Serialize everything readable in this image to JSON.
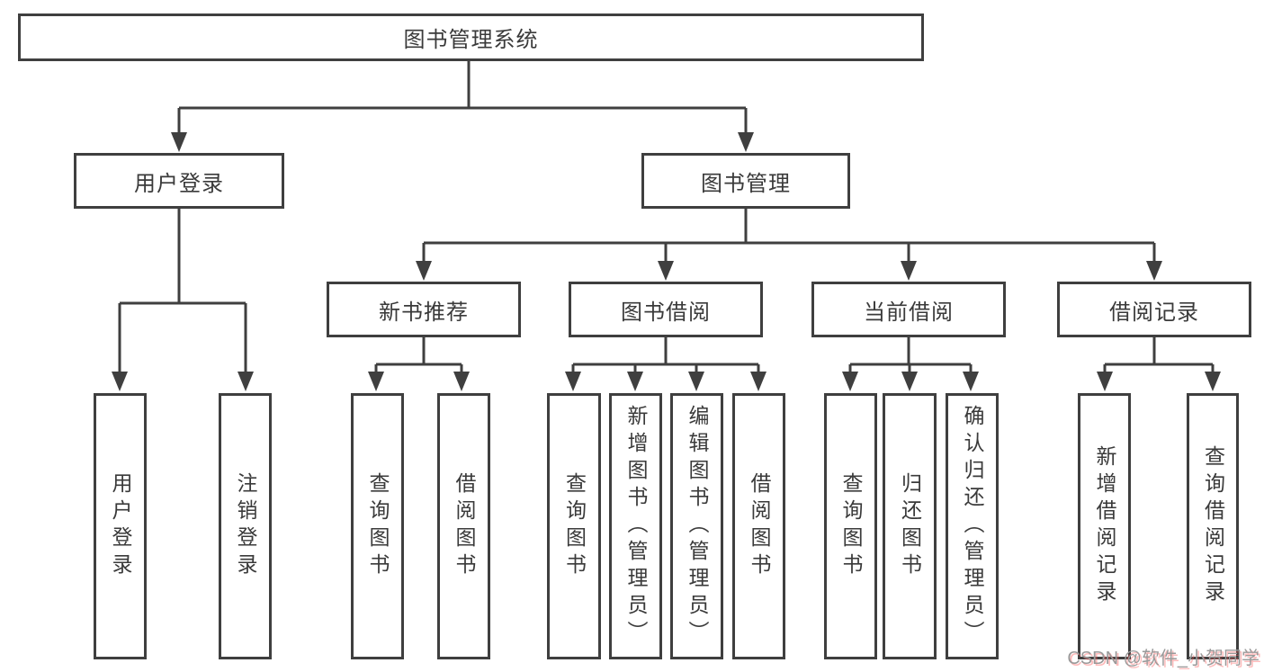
{
  "colors": {
    "line": "#3f3f3f",
    "text": "#3a3a3a",
    "box_background": "#ffffff",
    "watermark": "#9a9a9a",
    "watermark_accent": "#fc5555"
  },
  "watermark": {
    "text": "CSDN @软件_小贺同学"
  },
  "tree": {
    "root": {
      "label": "图书管理系统"
    },
    "user_login": {
      "label": "用户登录",
      "children": [
        {
          "label": "用户登录"
        },
        {
          "label": "注销登录"
        }
      ]
    },
    "book_management": {
      "label": "图书管理",
      "sections": [
        {
          "label": "新书推荐",
          "children": [
            {
              "label": "查询图书"
            },
            {
              "label": "借阅图书"
            }
          ]
        },
        {
          "label": "图书借阅",
          "children": [
            {
              "label": "查询图书"
            },
            {
              "label": "新增图书（管理员）"
            },
            {
              "label": "编辑图书（管理员）"
            },
            {
              "label": "借阅图书"
            }
          ]
        },
        {
          "label": "当前借阅",
          "children": [
            {
              "label": "查询图书"
            },
            {
              "label": "归还图书"
            },
            {
              "label": "确认归还（管理员）"
            }
          ]
        },
        {
          "label": "借阅记录",
          "children": [
            {
              "label": "新增借阅记录"
            },
            {
              "label": "查询借阅记录"
            }
          ]
        }
      ]
    }
  }
}
